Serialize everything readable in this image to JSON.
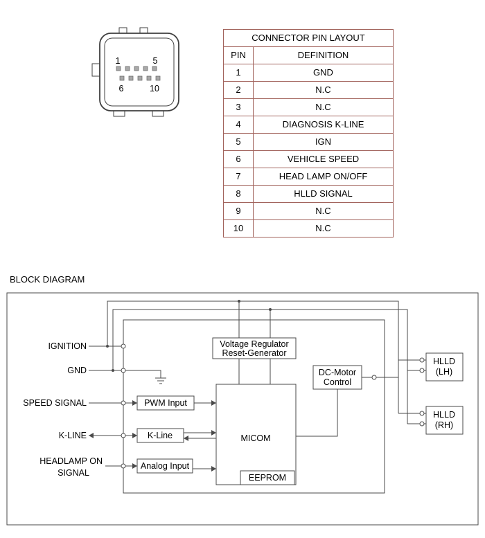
{
  "colors": {
    "table_border": "#a2635c",
    "diagram_line": "#4a4a4a",
    "text": "#000000",
    "connector_pin_fill": "#a8a8a8"
  },
  "connector": {
    "pin_labels": {
      "top_left": "1",
      "top_right": "5",
      "bottom_left": "6",
      "bottom_right": "10"
    }
  },
  "pin_table": {
    "title": "CONNECTOR PIN LAYOUT",
    "columns": [
      "PIN",
      "DEFINITION"
    ],
    "rows": [
      {
        "pin": "1",
        "definition": "GND"
      },
      {
        "pin": "2",
        "definition": "N.C"
      },
      {
        "pin": "3",
        "definition": "N.C"
      },
      {
        "pin": "4",
        "definition": "DIAGNOSIS K-LINE"
      },
      {
        "pin": "5",
        "definition": "IGN"
      },
      {
        "pin": "6",
        "definition": "VEHICLE SPEED"
      },
      {
        "pin": "7",
        "definition": "HEAD LAMP ON/OFF"
      },
      {
        "pin": "8",
        "definition": "HLLD SIGNAL"
      },
      {
        "pin": "9",
        "definition": "N.C"
      },
      {
        "pin": "10",
        "definition": "N.C"
      }
    ]
  },
  "block_diagram": {
    "title": "BLOCK DIAGRAM",
    "inputs": {
      "ignition": "IGNITION",
      "gnd": "GND",
      "speed": "SPEED SIGNAL",
      "kline": "K-LINE",
      "headlamp_line1": "HEADLAMP ON",
      "headlamp_line2": "SIGNAL"
    },
    "blocks": {
      "vreg_line1": "Voltage Regulator",
      "vreg_line2": "Reset-Generator",
      "pwm_input": "PWM Input",
      "kline": "K-Line",
      "analog_input": "Analog Input",
      "micom": "MICOM",
      "eeprom": "EEPROM",
      "dc_motor_line1": "DC-Motor",
      "dc_motor_line2": "Control",
      "hlld_lh_line1": "HLLD",
      "hlld_lh_line2": "(LH)",
      "hlld_rh_line1": "HLLD",
      "hlld_rh_line2": "(RH)"
    }
  }
}
